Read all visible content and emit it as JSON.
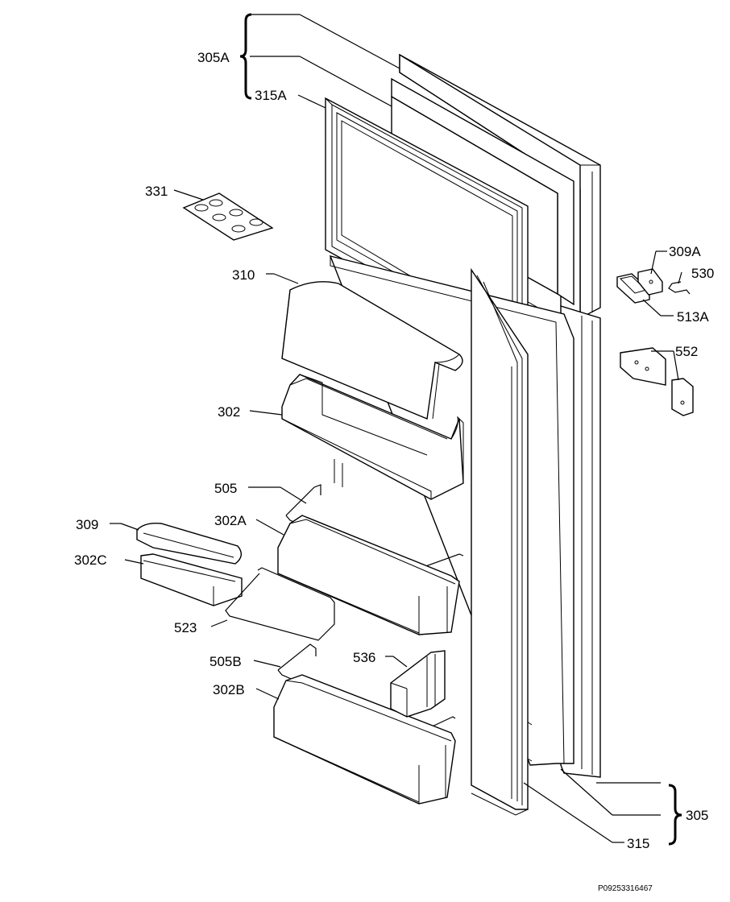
{
  "labels": {
    "l305A": "305A",
    "l315A": "315A",
    "l331": "331",
    "l310": "310",
    "l302": "302",
    "l505": "505",
    "l302A": "302A",
    "l309": "309",
    "l302C": "302C",
    "l523": "523",
    "l505B": "505B",
    "l536": "536",
    "l302B": "302B",
    "l309A": "309A",
    "l530": "530",
    "l513A": "513A",
    "l552": "552",
    "l305": "305",
    "l315": "315"
  },
  "doc_number": "P09253316467"
}
